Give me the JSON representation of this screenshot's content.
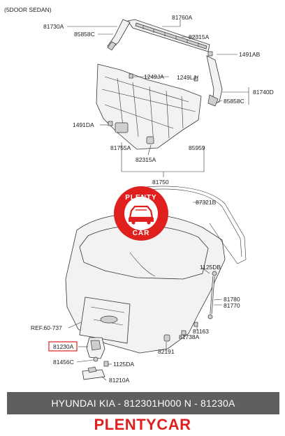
{
  "variant_note": "(5DOOR SEDAN)",
  "part_labels": {
    "l81730A": "81730A",
    "l85858C_top": "85858C",
    "l81760A": "81760A",
    "l82315A_top": "82315A",
    "l1491AB": "1491AB",
    "l1249JA": "1249JA",
    "l1249LJ": "1249LJ",
    "l81740D": "81740D",
    "l85858C_right": "85858C",
    "l1491DA": "1491DA",
    "l81755A": "81755A",
    "l85959": "85959",
    "l82315A_mid": "82315A",
    "l81750": "81750",
    "l87321B": "87321B",
    "l1125DB": "1125DB",
    "lREF": "REF.60-737",
    "l81780": "81780",
    "l81770": "81770",
    "l81163": "81163",
    "l81738A": "81738A",
    "l81230A": "81230A",
    "l82191": "82191",
    "l81456C": "81456C",
    "l1125DA": "1125DA",
    "l81210A": "81210A"
  },
  "watermark": {
    "top_text": "PLENTY",
    "bottom_text": "CAR",
    "color": "#e01f1f"
  },
  "highlight_color": "#e01f1f",
  "info_bar": {
    "text": "HYUNDAI  KIA - 812301H000     N - 81230A"
  },
  "footer": {
    "brand": "PLENTYCAR"
  }
}
